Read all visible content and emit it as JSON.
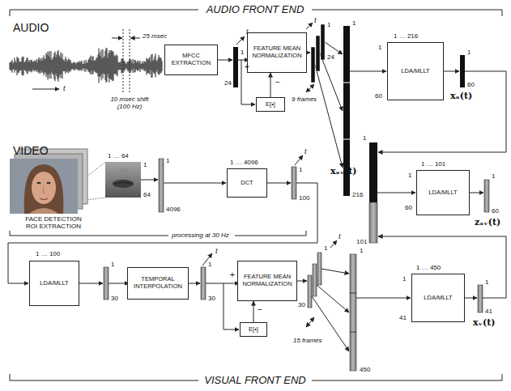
{
  "diagram": {
    "nodes": [
      {
        "text": [
          "MFCC EXTRACTION"
        ]
      },
      {
        "text": [
          "FEATURE MEAN NORMALIZATION"
        ]
      },
      {
        "text": [
          "E[•]"
        ]
      },
      {
        "text": [
          "LDA/MLLT"
        ]
      },
      {
        "text": [
          "DCT"
        ]
      },
      {
        "text": [
          "LDA/MLLT"
        ]
      },
      {
        "text": [
          "LDA/MLLT"
        ]
      },
      {
        "text": [
          "TEMPORAL INTERPOLATION"
        ]
      },
      {
        "text": [
          "FEATURE MEAN NORMALIZATION"
        ]
      },
      {
        "text": [
          "E[•]"
        ]
      },
      {
        "text": [
          "LDA/MLLT"
        ]
      }
    ],
    "edges": [
      {
        "from": 2,
        "to": 1,
        "arrow": "to"
      },
      {
        "from": 9,
        "to": 8,
        "arrow": "to"
      }
    ],
    "labels": [
      "AUDIO FRONT END",
      "VISUAL FRONT END",
      "AUDIO",
      "25 msec",
      "10 msec shift (100 Hz)",
      "t",
      "t",
      "1",
      "24",
      "+",
      "−",
      "t",
      "1",
      "24",
      "9 frames",
      "1",
      "216",
      "1 … 216",
      "1",
      "60",
      "1",
      "60",
      "xₐ(t)",
      "VIDEO",
      "1 … 64",
      "1",
      "64",
      "FACE DETECTION ROI EXTRACTION",
      "1",
      "4096",
      "processing at 30 Hz",
      "1 … 4096",
      "t",
      "1",
      "100",
      "xₐᵥ(t)",
      "1",
      "101",
      "1 … 101",
      "1",
      "60",
      "1",
      "60",
      "zₐᵥ(t)",
      "1 … 100",
      "1",
      "30",
      "t",
      "1",
      "30",
      "+",
      "−",
      "t",
      "1",
      "30",
      "15 frames",
      "1",
      "450",
      "1 … 450",
      "1",
      "41",
      "1",
      "41",
      "xᵥ(t)"
    ]
  }
}
